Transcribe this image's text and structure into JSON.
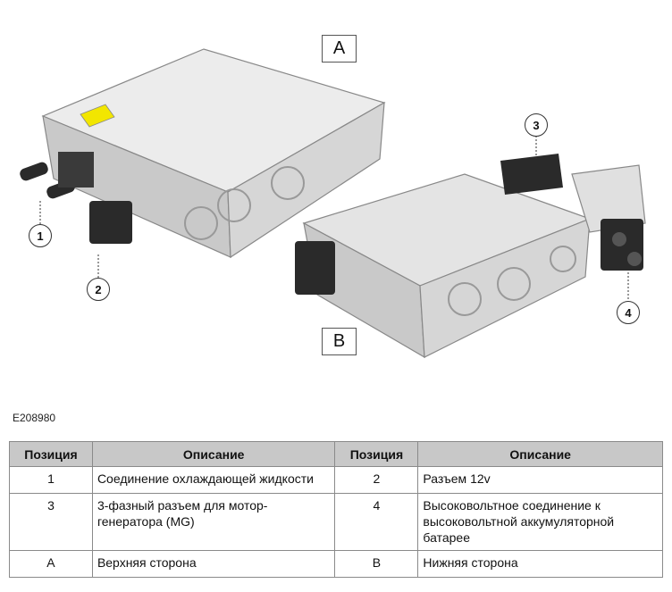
{
  "figure": {
    "view_labels": [
      "A",
      "B"
    ],
    "callouts": [
      "1",
      "2",
      "3",
      "4"
    ],
    "figure_id": "E208980",
    "colors": {
      "housing": "#d9d9d9",
      "connector": "#2a2a2a",
      "warning_label": "#f2e600"
    }
  },
  "table": {
    "headers": [
      "Позиция",
      "Описание",
      "Позиция",
      "Описание"
    ],
    "rows": [
      [
        "1",
        "Соединение охлаждающей жидкости",
        "2",
        "Разъем 12v"
      ],
      [
        "3",
        "3-фазный разъем для мотор-генератора (MG)",
        "4",
        "Высоковольтное соединение к высоковольтной аккумуляторной батарее"
      ],
      [
        "A",
        "Верхняя сторона",
        "B",
        "Нижняя сторона"
      ]
    ]
  }
}
